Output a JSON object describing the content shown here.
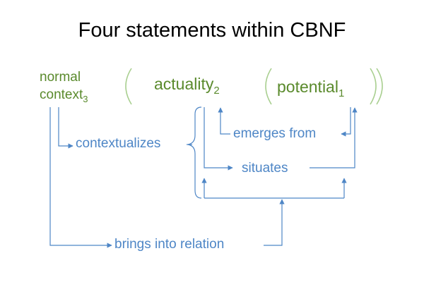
{
  "title": "Four statements within CBNF",
  "terms": {
    "normal_line1": "normal",
    "normal_line2": "context",
    "normal_sub": "3",
    "actuality": "actuality",
    "actuality_sub": "2",
    "potential": "potential",
    "potential_sub": "1"
  },
  "relations": {
    "contextualizes": "contextualizes",
    "emerges_from": "emerges from",
    "situates": "situates",
    "brings_into_relation": "brings into relation"
  },
  "colors": {
    "term": "#5a8a2c",
    "relation": "#4e86c6",
    "bracket": "#a9cf90",
    "title": "#000000"
  }
}
